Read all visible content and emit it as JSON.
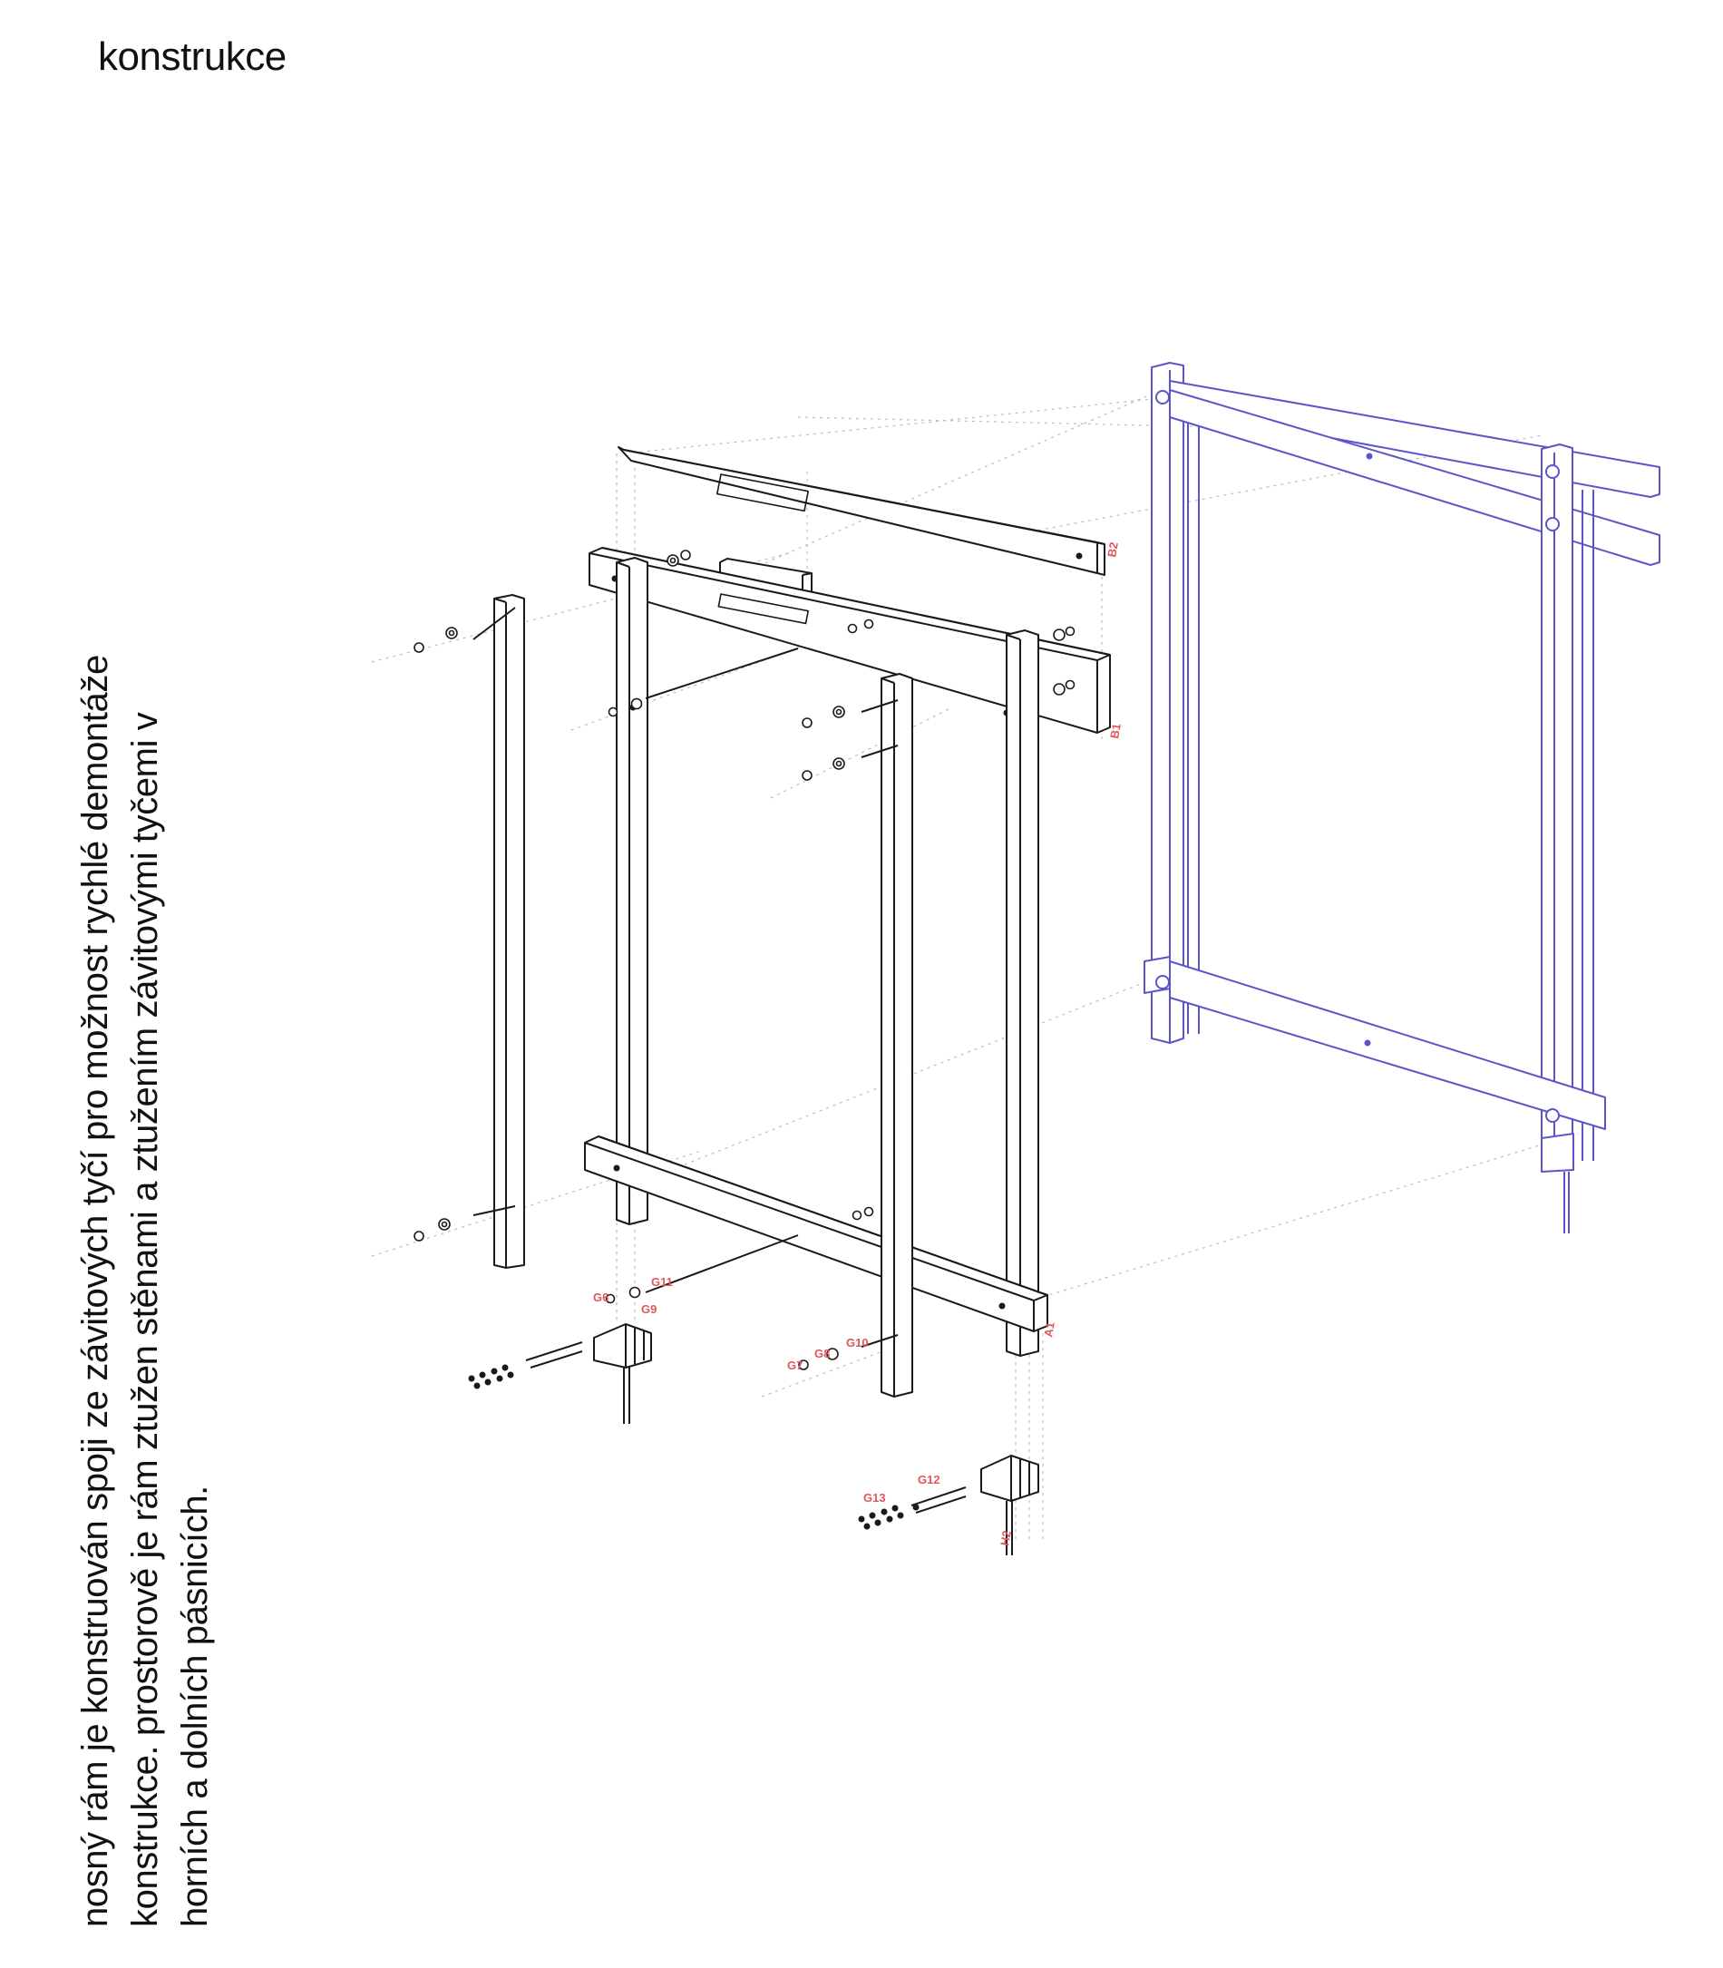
{
  "title": "konstrukce",
  "description_lines": [
    "nosný rám je konstruován spoji ze závitových tyčí pro možnost rychlé demontáže",
    "konstrukce. prostorově je rám ztužen stěnami a ztužením závitovými tyčemi v",
    "horních a dolních pásnicích."
  ],
  "part_labels": {
    "B1": "B1",
    "B2": "B2",
    "A1": "A1",
    "H2": "H2",
    "G6": "G6",
    "G7": "G7",
    "G8": "G8",
    "G9": "G9",
    "G10": "G10",
    "G11": "G11",
    "G12": "G12",
    "G13": "G13"
  },
  "colors": {
    "text": "#111111",
    "line": "#1a1a1a",
    "assembled_frame": "#5b55c9",
    "part_label": "#e0575b",
    "guide": "#bdbdbd"
  }
}
